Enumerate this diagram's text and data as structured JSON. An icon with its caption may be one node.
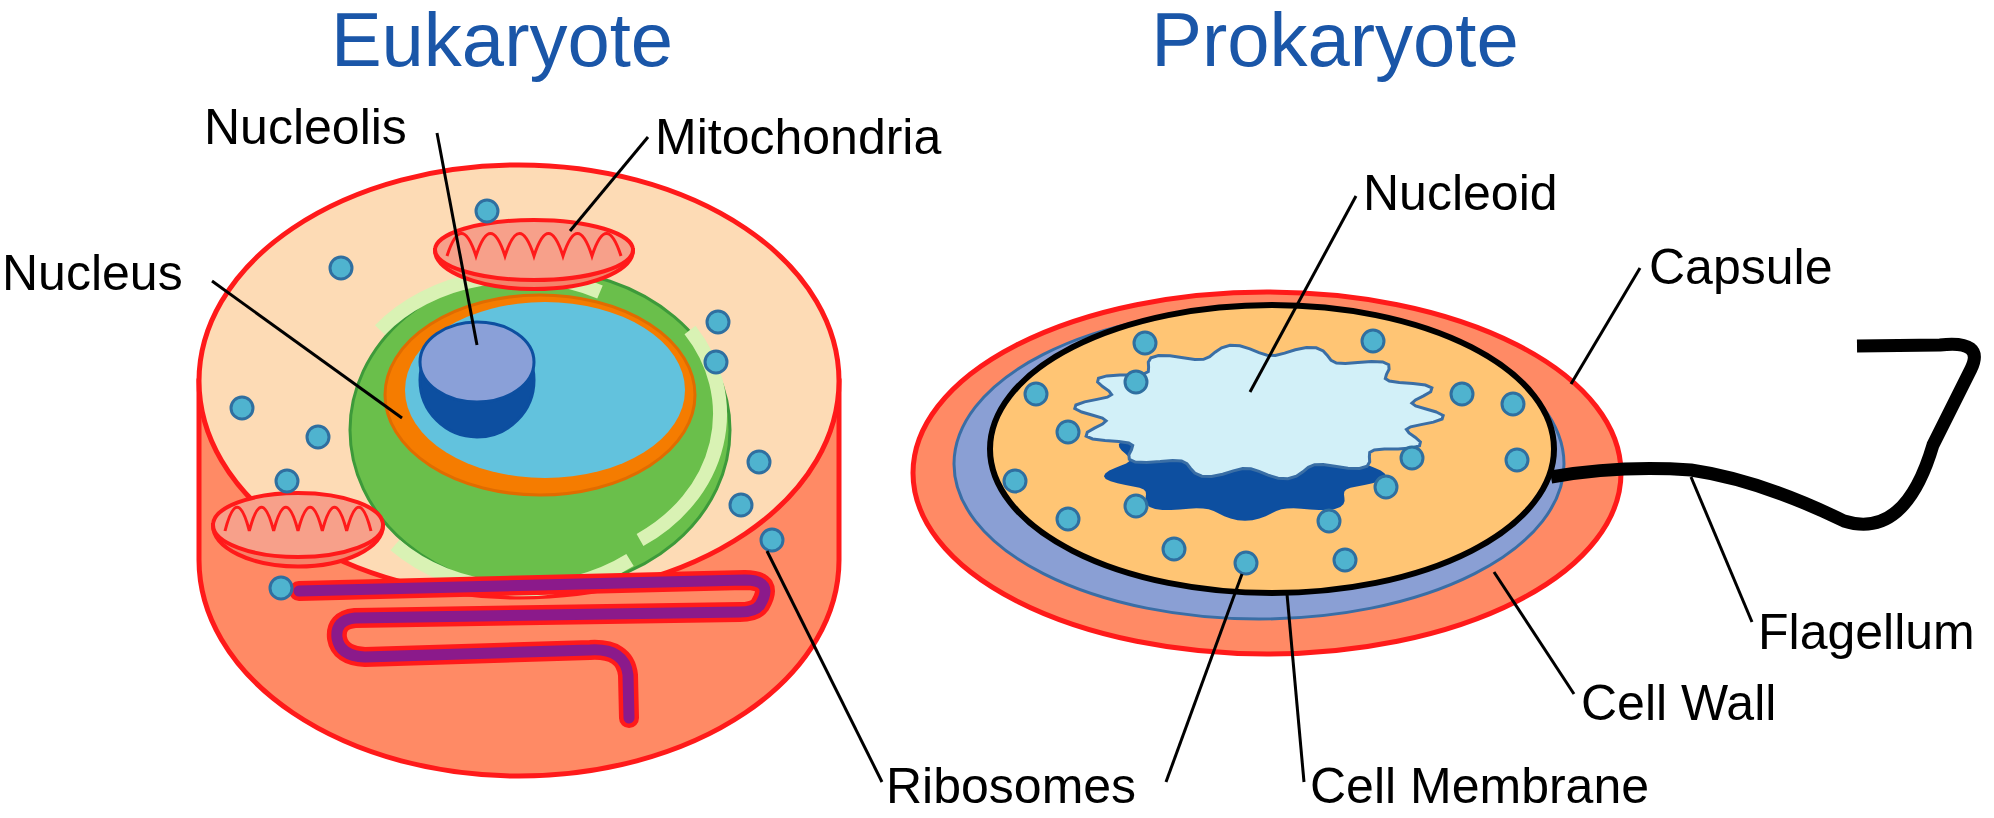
{
  "diagram": {
    "nodes": [
      {
        "text": [
          "Nucleolis"
        ]
      },
      {
        "text": [
          "Mitochondria"
        ]
      },
      {
        "text": [
          "Nucleus"
        ]
      },
      {
        "text": [
          "Nucleoid"
        ]
      },
      {
        "text": [
          "Capsule"
        ]
      },
      {
        "text": [
          "Ribosomes"
        ]
      },
      {
        "text": [
          "Flagellum"
        ]
      },
      {
        "text": [
          "Cell Wall"
        ]
      },
      {
        "text": [
          "Cell Membrane"
        ]
      },
      {
        "text": [],
        "shape": "ellipse"
      },
      {
        "text": [],
        "shape": "circle",
        "in": 9
      },
      {
        "text": [],
        "shape": "picture"
      },
      {
        "text": [],
        "shape": "circle"
      },
      {
        "text": [],
        "shape": "ellipse"
      },
      {
        "text": [],
        "shape": "ellipse",
        "in": 13
      },
      {
        "text": [],
        "shape": "ellipse",
        "in": 14
      },
      {
        "text": [],
        "shape": "cloud",
        "in": 15
      },
      {
        "text": [],
        "shape": "circle",
        "in": 15
      },
      {
        "text": [],
        "shape": "picture"
      },
      {
        "text": [],
        "shape": "circle"
      },
      {
        "text": [],
        "shape": "circle"
      },
      {
        "text": [],
        "shape": "circle"
      },
      {
        "text": [],
        "shape": "circle"
      },
      {
        "text": [],
        "shape": "circle"
      },
      {
        "text": [],
        "shape": "circle"
      },
      {
        "text": [],
        "shape": "circle"
      },
      {
        "text": [],
        "shape": "circle"
      },
      {
        "text": [],
        "shape": "circle"
      },
      {
        "text": [],
        "shape": "circle"
      },
      {
        "text": [],
        "shape": "circle",
        "in": 15
      },
      {
        "text": [],
        "shape": "circle",
        "in": 15
      },
      {
        "text": [],
        "shape": "circle",
        "in": 16
      },
      {
        "text": [],
        "shape": "circle",
        "in": 15
      },
      {
        "text": [],
        "shape": "circle",
        "in": 15
      },
      {
        "text": [],
        "shape": "circle",
        "in": 15
      },
      {
        "text": [],
        "shape": "circle",
        "in": 15
      },
      {
        "text": [],
        "shape": "circle",
        "in": 15
      },
      {
        "text": [],
        "shape": "circle",
        "in": 15
      },
      {
        "text": [],
        "shape": "circle",
        "in": 15
      },
      {
        "text": [],
        "shape": "circle",
        "in": 15
      },
      {
        "text": [],
        "shape": "circle",
        "in": 15
      },
      {
        "text": [],
        "shape": "circle",
        "in": 15
      },
      {
        "text": [],
        "shape": "circle",
        "in": 15
      },
      {
        "text": [],
        "shape": "circle",
        "in": 15
      },
      {
        "text": [],
        "shape": "circle",
        "in": 15
      }
    ],
    "edges": [
      {
        "from": 0,
        "to": 10,
        "arrow": "none"
      },
      {
        "from": 1,
        "to": 11,
        "arrow": "none"
      },
      {
        "from": 2,
        "to": 9,
        "arrow": "none"
      },
      {
        "from": 5,
        "to": 12,
        "arrow": "none"
      },
      {
        "from": 3,
        "to": 16,
        "arrow": "none"
      },
      {
        "from": 4,
        "to": 13,
        "arrow": "none"
      },
      {
        "from": 6,
        "to": 18,
        "arrow": "none"
      },
      {
        "from": 7,
        "to": 14,
        "arrow": "none"
      },
      {
        "from": 8,
        "to": 15,
        "arrow": "none"
      },
      {
        "from": 5,
        "to": 17,
        "arrow": "none"
      }
    ],
    "labels": [
      "Eukaryote",
      "Prokaryote"
    ]
  }
}
